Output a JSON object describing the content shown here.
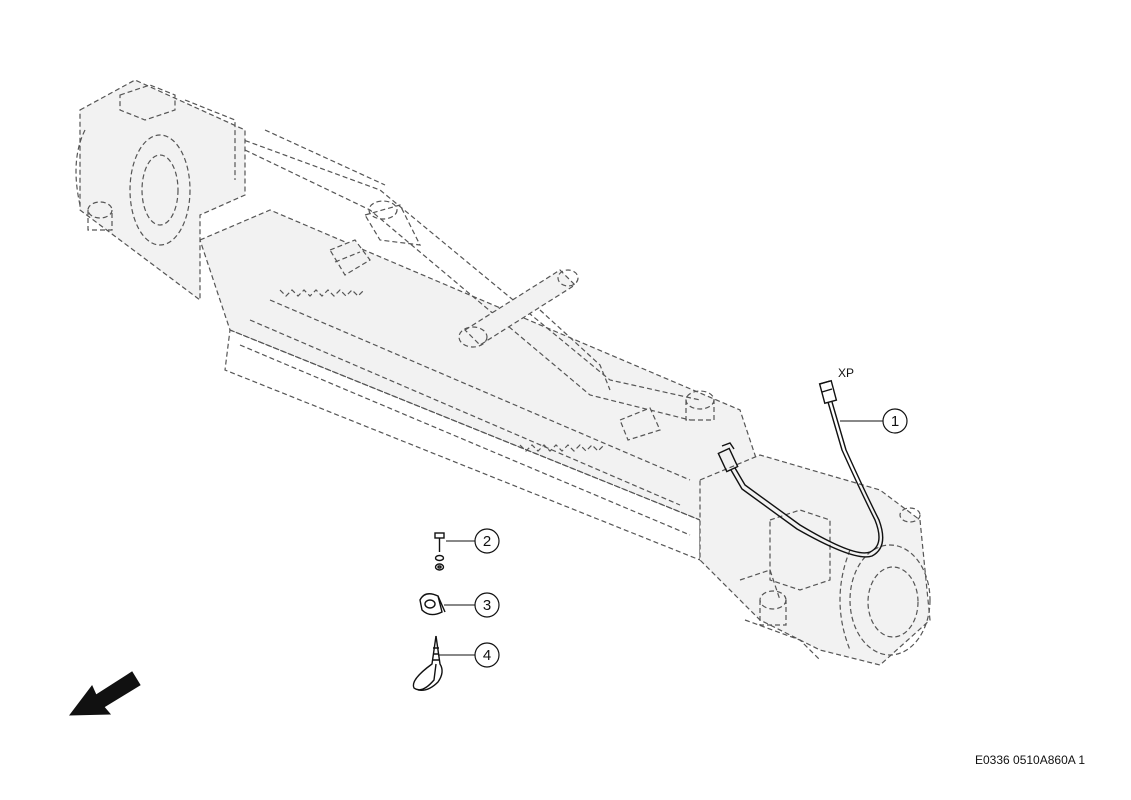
{
  "callouts": [
    {
      "number": "1",
      "part": "sensor-cable"
    },
    {
      "number": "2",
      "part": "bolt-washer-nut"
    },
    {
      "number": "3",
      "part": "cable-clamp"
    },
    {
      "number": "4",
      "part": "cable-tie"
    }
  ],
  "connector_label": "XP",
  "reference_code": "E0336 0510A860A 1",
  "direction_arrow": "front-direction-arrow",
  "colors": {
    "line": "#111111",
    "phantom": "#555555",
    "background": "#ffffff"
  }
}
